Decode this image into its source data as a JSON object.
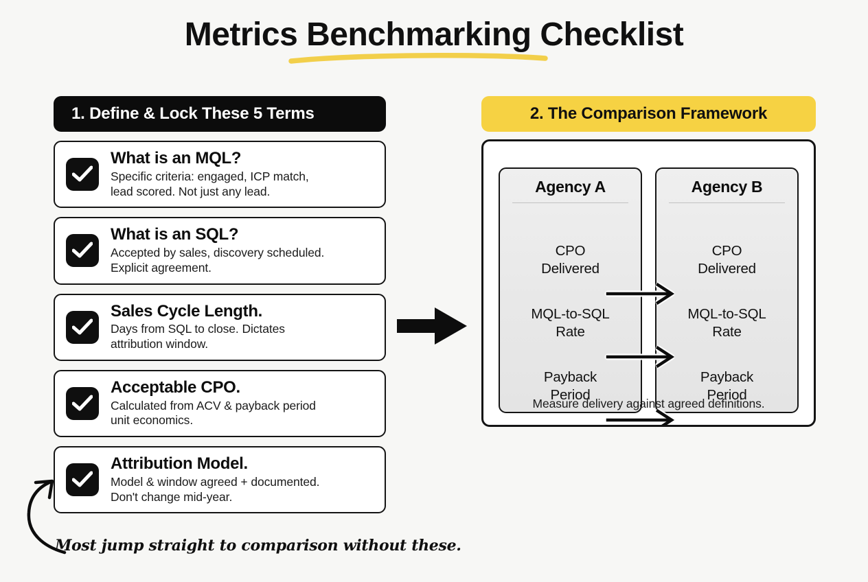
{
  "page": {
    "title": "Metrics Benchmarking Checklist",
    "background_color": "#F7F7F5",
    "accent_yellow": "#F6D243",
    "ink": "#0F0F0F"
  },
  "left_section": {
    "header": "1. Define & Lock These 5 Terms",
    "items": [
      {
        "title": "What is an MQL?",
        "desc": "Specific criteria: engaged, ICP match,\nlead scored. Not just any lead.",
        "checked": true
      },
      {
        "title": "What is an SQL?",
        "desc": "Accepted by sales, discovery scheduled.\nExplicit agreement.",
        "checked": true
      },
      {
        "title": "Sales Cycle Length.",
        "desc": "Days from SQL to close. Dictates\nattribution window.",
        "checked": true
      },
      {
        "title": "Acceptable CPO.",
        "desc": "Calculated from ACV & payback period\nunit economics.",
        "checked": true
      },
      {
        "title": "Attribution Model.",
        "desc": "Model & window agreed + documented.\nDon't change mid-year.",
        "checked": true
      }
    ]
  },
  "right_section": {
    "header": "2. The Comparison Framework",
    "columns": [
      {
        "title": "Agency A",
        "metrics": [
          "CPO\nDelivered",
          "MQL-to-SQL\nRate",
          "Payback\nPeriod"
        ]
      },
      {
        "title": "Agency B",
        "metrics": [
          "CPO\nDelivered",
          "MQL-to-SQL\nRate",
          "Payback\nPeriod"
        ]
      }
    ],
    "caption": "Measure delivery against agreed definitions.",
    "connector_count": 3
  },
  "footnote": {
    "text": "Most jump straight to comparison without these."
  },
  "icons": {
    "checkmark": "check-icon",
    "flow_arrow": "right-arrow-icon",
    "callout_arrow": "curved-arrow-icon",
    "title_underline": "underline-swoosh"
  }
}
